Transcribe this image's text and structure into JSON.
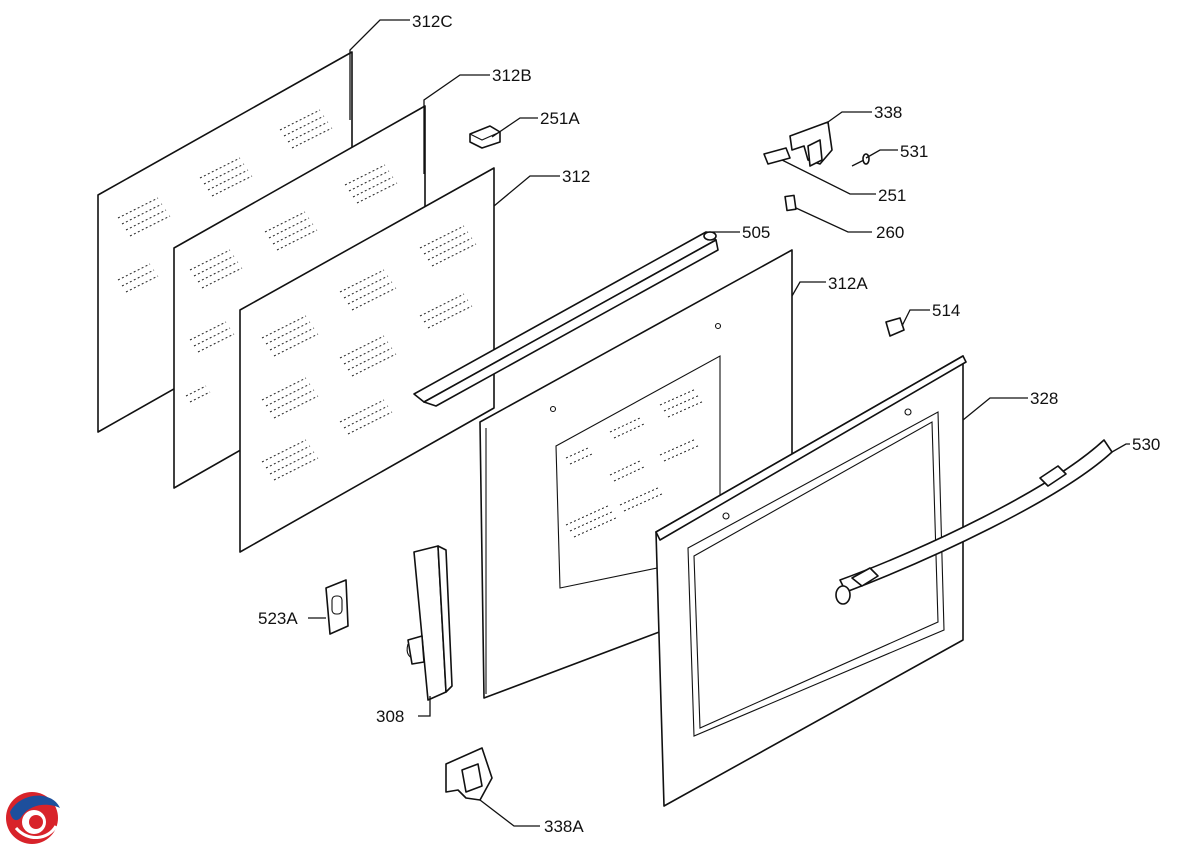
{
  "callouts": [
    {
      "id": "c-312c",
      "label": "312C"
    },
    {
      "id": "c-312b",
      "label": "312B"
    },
    {
      "id": "c-251a",
      "label": "251A"
    },
    {
      "id": "c-312",
      "label": "312"
    },
    {
      "id": "c-338",
      "label": "338"
    },
    {
      "id": "c-531",
      "label": "531"
    },
    {
      "id": "c-251",
      "label": "251"
    },
    {
      "id": "c-260",
      "label": "260"
    },
    {
      "id": "c-505",
      "label": "505"
    },
    {
      "id": "c-312a",
      "label": "312A"
    },
    {
      "id": "c-514",
      "label": "514"
    },
    {
      "id": "c-328",
      "label": "328"
    },
    {
      "id": "c-530",
      "label": "530"
    },
    {
      "id": "c-523a",
      "label": "523A"
    },
    {
      "id": "c-308",
      "label": "308"
    },
    {
      "id": "c-338a",
      "label": "338A"
    }
  ],
  "logo": {
    "colors": {
      "red": "#d8232a",
      "blue": "#1d4f9c"
    }
  }
}
